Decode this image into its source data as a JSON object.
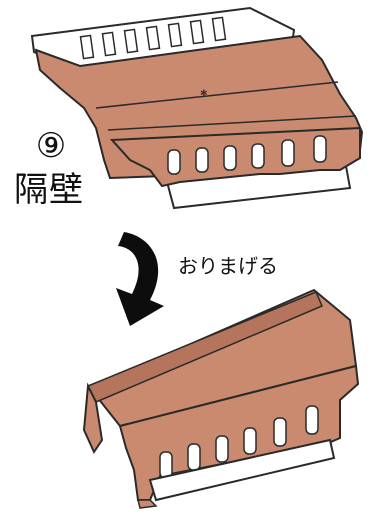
{
  "step": {
    "number": "⑨",
    "part_name": "隔壁"
  },
  "instruction": "おりまげる",
  "colors": {
    "cardboard": "#c98a70",
    "cardboard_shade": "#b5755c",
    "outline": "#2a2a2a",
    "white_tab": "#ffffff",
    "arrow": "#0d0d0d"
  },
  "icons": {
    "fold_arrow": "curved-down-arrow-icon"
  }
}
